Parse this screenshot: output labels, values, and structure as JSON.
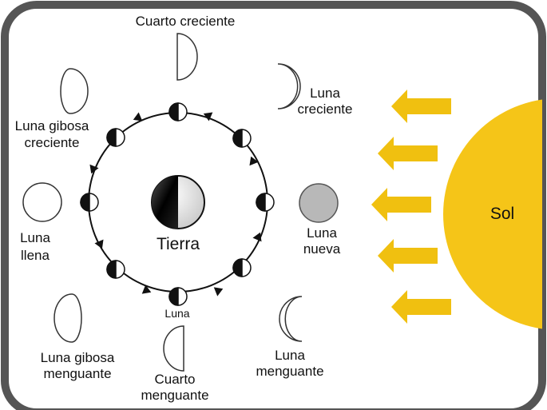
{
  "labels": {
    "earth": "Tierra",
    "moon": "Luna",
    "sun": "Sol",
    "phases": {
      "first_quarter": "Cuarto creciente",
      "waxing_crescent": [
        "Luna",
        "creciente"
      ],
      "new_moon": [
        "Luna",
        "nueva"
      ],
      "waning_crescent": [
        "Luna",
        "menguante"
      ],
      "last_quarter": [
        "Cuarto",
        "menguante"
      ],
      "waning_gibbous": [
        "Luna gibosa",
        "menguante"
      ],
      "full_moon": [
        "Luna",
        "llena"
      ],
      "waxing_gibbous": [
        "Luna gibosa",
        "creciente"
      ]
    }
  },
  "colors": {
    "frame": "#555555",
    "sun": "#f5c518",
    "arrow": "#f0c010",
    "new_moon": "#b8b8b8",
    "moon_dark": "#111111"
  }
}
